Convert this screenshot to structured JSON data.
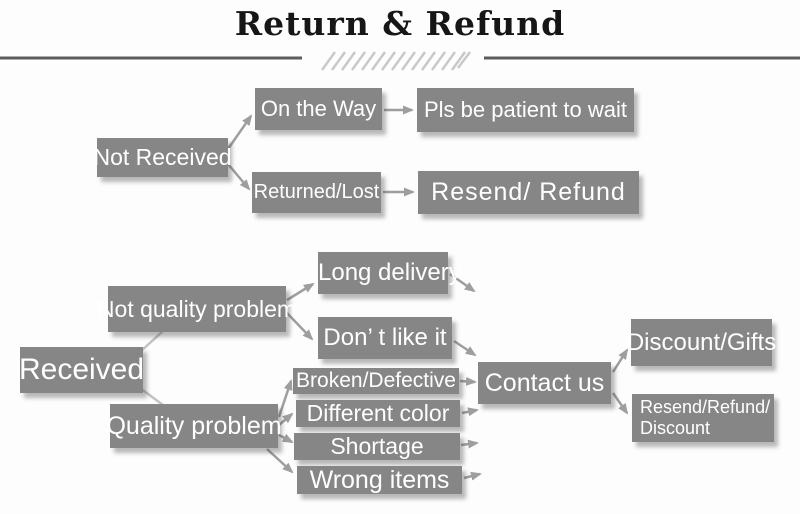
{
  "title": "Return & Refund",
  "nodes": {
    "not_received": "Not Received",
    "on_the_way": "On the Way",
    "pls_wait": "Pls be patient to wait",
    "returned_lost": "Returned/Lost",
    "resend_refund": "Resend/ Refund",
    "received": "Received",
    "not_quality": "Not quality problem",
    "quality": "Quality problem",
    "long_delivery": "Long delivery",
    "dont_like": "Don’ t like it",
    "broken": "Broken/Defective",
    "diff_color": "Different color",
    "shortage": "Shortage",
    "wrong_items": "Wrong items",
    "contact_us": "Contact us",
    "resend_refund_discount_1": "Resend/Refund/",
    "resend_refund_discount_2": "Discount",
    "discount_gifts": "Discount/Gifts"
  },
  "colors": {
    "box_gray": "#868686",
    "arrow_gray": "#9e9e9e",
    "connector_gray": "#c2c2c2",
    "rule_gray": "#5c5c5c",
    "hatch_gray": "#c9c9c9",
    "title_color": "#161616",
    "text_on_box": "#ffffff"
  }
}
